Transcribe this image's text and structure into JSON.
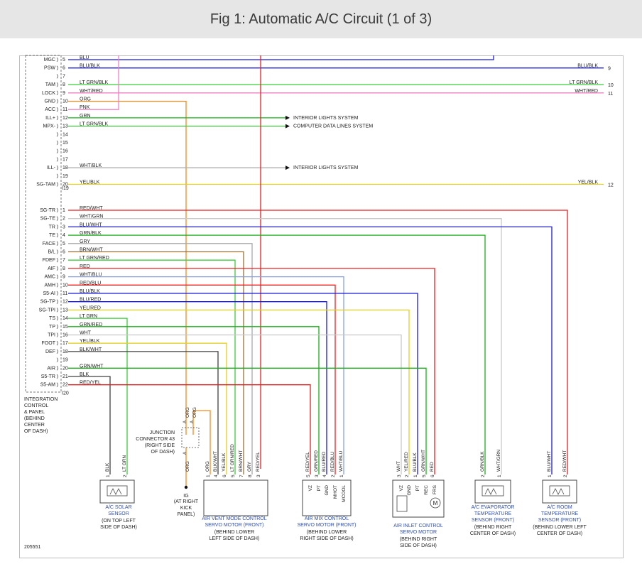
{
  "title": "Fig 1: Automatic A/C Circuit (1 of 3)",
  "figure_number": "205551",
  "colors": {
    "blu": "#1a1ad6",
    "blk": "#404040",
    "pnk": "#f080c0",
    "ltgrn": "#3acc3a",
    "grn": "#17b017",
    "org": "#f08a1c",
    "red": "#e82020",
    "wht": "#c8c8c8",
    "yel": "#e6d020",
    "brn": "#9a7038",
    "ltblu": "#8aa0e0",
    "gry": "#a8a8a8",
    "label": "#222222",
    "blue_text": "#3050b0"
  },
  "top_pins": [
    {
      "name": "MGC",
      "pin": "5",
      "wire": "BLU"
    },
    {
      "name": "PSW",
      "pin": "6",
      "wire": "BLU/BLK",
      "right_label": "BLU/BLK",
      "ref": "9"
    },
    {
      "name": "",
      "pin": "7",
      "wire": ""
    },
    {
      "name": "TAM",
      "pin": "8",
      "wire": "LT GRN/BLK",
      "right_label": "LT GRN/BLK",
      "ref": "10"
    },
    {
      "name": "LOCK",
      "pin": "9",
      "wire": "WHT/RED",
      "right_label": "WHT/RED",
      "ref": "11"
    },
    {
      "name": "GND",
      "pin": "10",
      "wire": "ORG"
    },
    {
      "name": "ACC",
      "pin": "11",
      "wire": "PNK"
    },
    {
      "name": "ILL+",
      "pin": "12",
      "wire": "GRN",
      "dest": "INTERIOR LIGHTS SYSTEM"
    },
    {
      "name": "MPX-",
      "pin": "13",
      "wire": "LT GRN/BLK",
      "dest": "COMPUTER DATA LINES SYSTEM"
    },
    {
      "name": "",
      "pin": "14",
      "wire": ""
    },
    {
      "name": "",
      "pin": "15",
      "wire": ""
    },
    {
      "name": "",
      "pin": "16",
      "wire": ""
    },
    {
      "name": "",
      "pin": "17",
      "wire": ""
    },
    {
      "name": "ILL-",
      "pin": "18",
      "wire": "WHT/BLK",
      "dest": "INTERIOR LIGHTS SYSTEM"
    },
    {
      "name": "",
      "pin": "19",
      "wire": ""
    },
    {
      "name": "SG-TAM",
      "pin": "20",
      "wire": "YEL/BLK",
      "right_label": "YEL/BLK",
      "ref": "12"
    }
  ],
  "connector1": "I19",
  "connector2": "I20",
  "bottom_pins": [
    {
      "name": "SG-TR",
      "pin": "1",
      "wire": "RED/WHT"
    },
    {
      "name": "SG-TE",
      "pin": "2",
      "wire": "WHT/GRN"
    },
    {
      "name": "TR",
      "pin": "3",
      "wire": "BLU/WHT"
    },
    {
      "name": "TE",
      "pin": "4",
      "wire": "GRN/BLK"
    },
    {
      "name": "FACE",
      "pin": "5",
      "wire": "GRY"
    },
    {
      "name": "B/L",
      "pin": "6",
      "wire": "BRN/WHT"
    },
    {
      "name": "FDEF",
      "pin": "7",
      "wire": "LT GRN/RED"
    },
    {
      "name": "AIF",
      "pin": "8",
      "wire": "RED"
    },
    {
      "name": "AMC",
      "pin": "9",
      "wire": "WHT/BLU"
    },
    {
      "name": "AMH",
      "pin": "10",
      "wire": "RED/BLU"
    },
    {
      "name": "S5-AI",
      "pin": "11",
      "wire": "BLU/BLK"
    },
    {
      "name": "SG-TP",
      "pin": "12",
      "wire": "BLU/RED"
    },
    {
      "name": "SG-TPI",
      "pin": "13",
      "wire": "YEL/RED"
    },
    {
      "name": "TS",
      "pin": "14",
      "wire": "LT GRN"
    },
    {
      "name": "TP",
      "pin": "15",
      "wire": "GRN/RED"
    },
    {
      "name": "TPI",
      "pin": "16",
      "wire": "WHT"
    },
    {
      "name": "FOOT",
      "pin": "17",
      "wire": "YEL/BLK"
    },
    {
      "name": "DEF",
      "pin": "18",
      "wire": "BLK/WHT"
    },
    {
      "name": "",
      "pin": "19",
      "wire": ""
    },
    {
      "name": "AIR",
      "pin": "20",
      "wire": "GRN/WHT"
    },
    {
      "name": "S5-TR",
      "pin": "21",
      "wire": "BLK"
    },
    {
      "name": "S5-AM",
      "pin": "22",
      "wire": "RED/YEL"
    }
  ],
  "ecu_label": [
    "INTEGRATION",
    "CONTROL",
    "& PANEL",
    "(BEHIND",
    "CENTER",
    "OF DASH)"
  ],
  "junction": {
    "label": [
      "JUNCTION",
      "CONNECTOR 43",
      "(RIGHT SIDE",
      "OF DASH)"
    ],
    "top_wires": [
      "ORG",
      "ORG"
    ],
    "pins": [
      "A",
      "A",
      "A"
    ],
    "bottom_wire": "ORG",
    "ground_id": "IG",
    "ground_label": [
      "(AT RIGHT",
      "KICK",
      "PANEL)"
    ]
  },
  "components": [
    {
      "id": "solar",
      "title": [
        "A/C SOLAR",
        "SENSOR"
      ],
      "location": [
        "(ON TOP LEFT",
        "SIDE OF DASH)"
      ],
      "wires": [
        "BLK",
        "LT GRN"
      ],
      "pins": [
        "1",
        "2"
      ],
      "terms": []
    },
    {
      "id": "vent",
      "title": [
        "AIR VENT MODE CONTROL",
        "SERVO MOTOR (FRONT)"
      ],
      "location": [
        "(BEHIND LOWER",
        "LEFT SIDE OF DASH)"
      ],
      "wires": [
        "ORG",
        "BLK/WHT",
        "YEL/BLK",
        "LT GRN/RED",
        "BRN/WHT",
        "GRY",
        "RED/YEL"
      ],
      "pins": [
        "1",
        "4",
        "6",
        "5",
        "7",
        "8",
        "3"
      ],
      "terms": []
    },
    {
      "id": "mix",
      "title": [
        "AIR MIX CONTROL",
        "SERVO MOTOR (FRONT)"
      ],
      "location": [
        "(BEHIND LOWER",
        "RIGHT SIDE OF DASH)"
      ],
      "wires": [
        "RED/YEL",
        "GRN/RED",
        "BLU/RED",
        "RED/BLU",
        "WHT/BLU"
      ],
      "pins": [
        "5",
        "3",
        "4",
        "2",
        "1"
      ],
      "terms": [
        "VZ",
        "PT",
        "GND",
        "MHOT",
        "MCOOL"
      ]
    },
    {
      "id": "inlet",
      "title": [
        "AIR INLET CONTROL",
        "SERVO MOTOR"
      ],
      "location": [
        "(BEHIND RIGHT",
        "SIDE OF DASH)"
      ],
      "wires": [
        "WHT",
        "YEL/RED",
        "BLU/BLK",
        "GRN/WHT",
        "RED"
      ],
      "pins": [
        "3",
        "2",
        "1",
        "5",
        "6"
      ],
      "terms": [
        "VZ",
        "GND",
        "PT",
        "REC",
        "FRS"
      ]
    },
    {
      "id": "evap",
      "title": [
        "A/C EVAPORATOR",
        "TEMPERATURE",
        "SENSOR (FRONT)"
      ],
      "location": [
        "(BEHIND RIGHT",
        "CENTER OF DASH)"
      ],
      "wires": [
        "GRN/BLK",
        "WHT/GRN"
      ],
      "pins": [
        "2",
        "1"
      ],
      "terms": []
    },
    {
      "id": "room",
      "title": [
        "A/C ROOM",
        "TEMPERATURE",
        "SENSOR (FRONT)"
      ],
      "location": [
        "(BEHIND LOWER LEFT",
        "CENTER OF DASH)"
      ],
      "wires": [
        "BLU/WHT",
        "RED/WHT"
      ],
      "pins": [
        "1",
        "2"
      ],
      "terms": []
    }
  ]
}
